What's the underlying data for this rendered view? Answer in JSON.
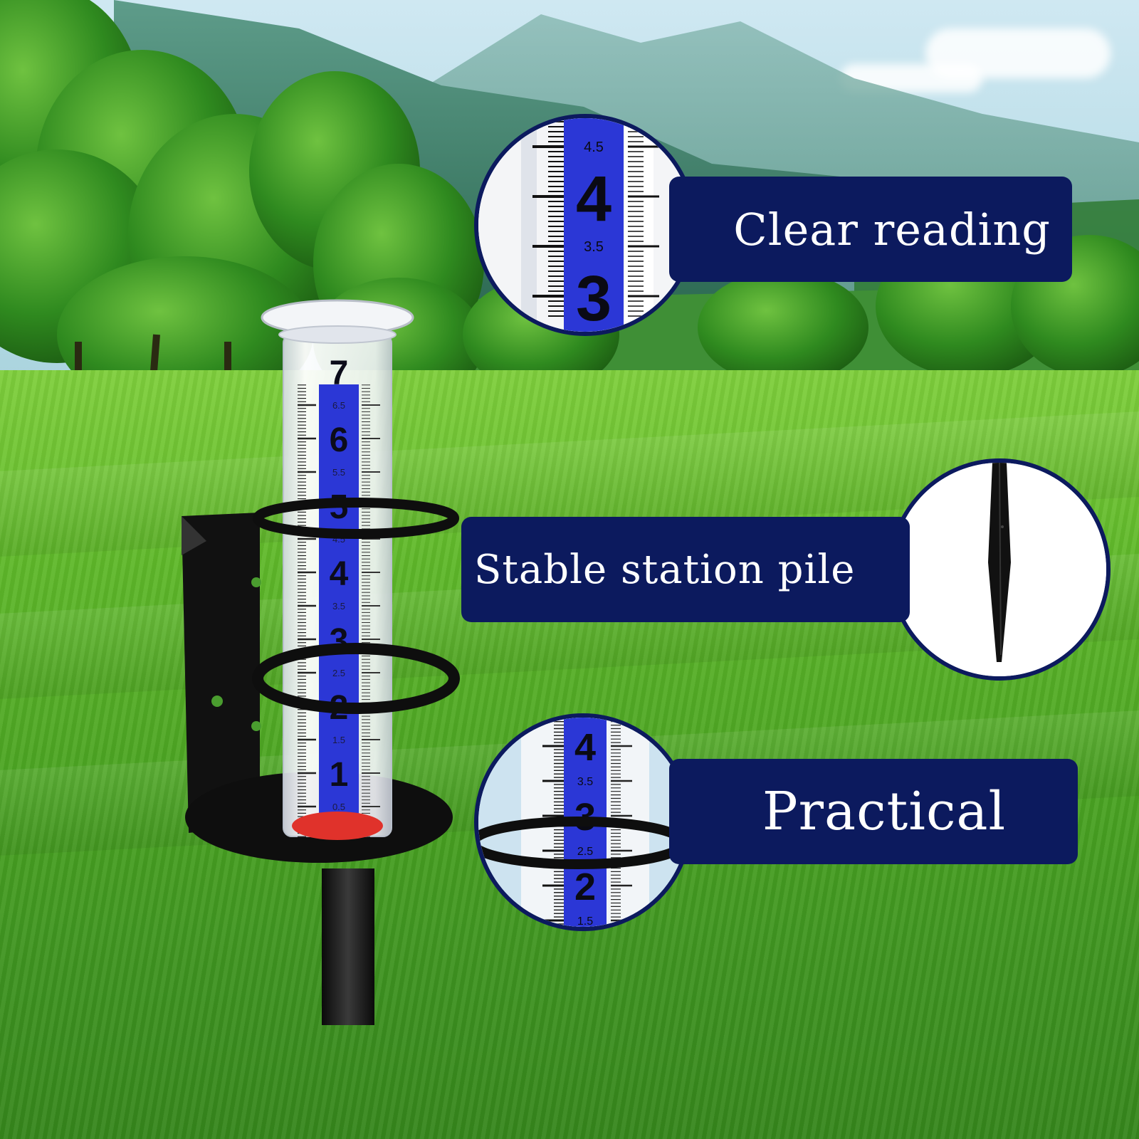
{
  "callouts": [
    {
      "label": "Clear reading"
    },
    {
      "label": "Stable station pile"
    },
    {
      "label": "Practical"
    }
  ],
  "gauge_scale": {
    "major": [
      "7",
      "6",
      "5",
      "4",
      "3",
      "2",
      "1"
    ],
    "minor": [
      "6.5",
      "5.5",
      "4.5",
      "3.5",
      "2.5",
      "1.5",
      "0.5"
    ]
  },
  "zoom_clear_reading": {
    "major": [
      "4",
      "3"
    ],
    "minor": [
      "4.5",
      "3.5"
    ]
  },
  "zoom_practical": {
    "major": [
      "4",
      "3",
      "2"
    ],
    "minor": [
      "3.5",
      "2.5",
      "1.5"
    ]
  },
  "colors": {
    "badge_bg": "#0c1a5e",
    "scale_blue": "#2b37d6",
    "base_red": "#e0322b",
    "grass": "#4aa322"
  }
}
